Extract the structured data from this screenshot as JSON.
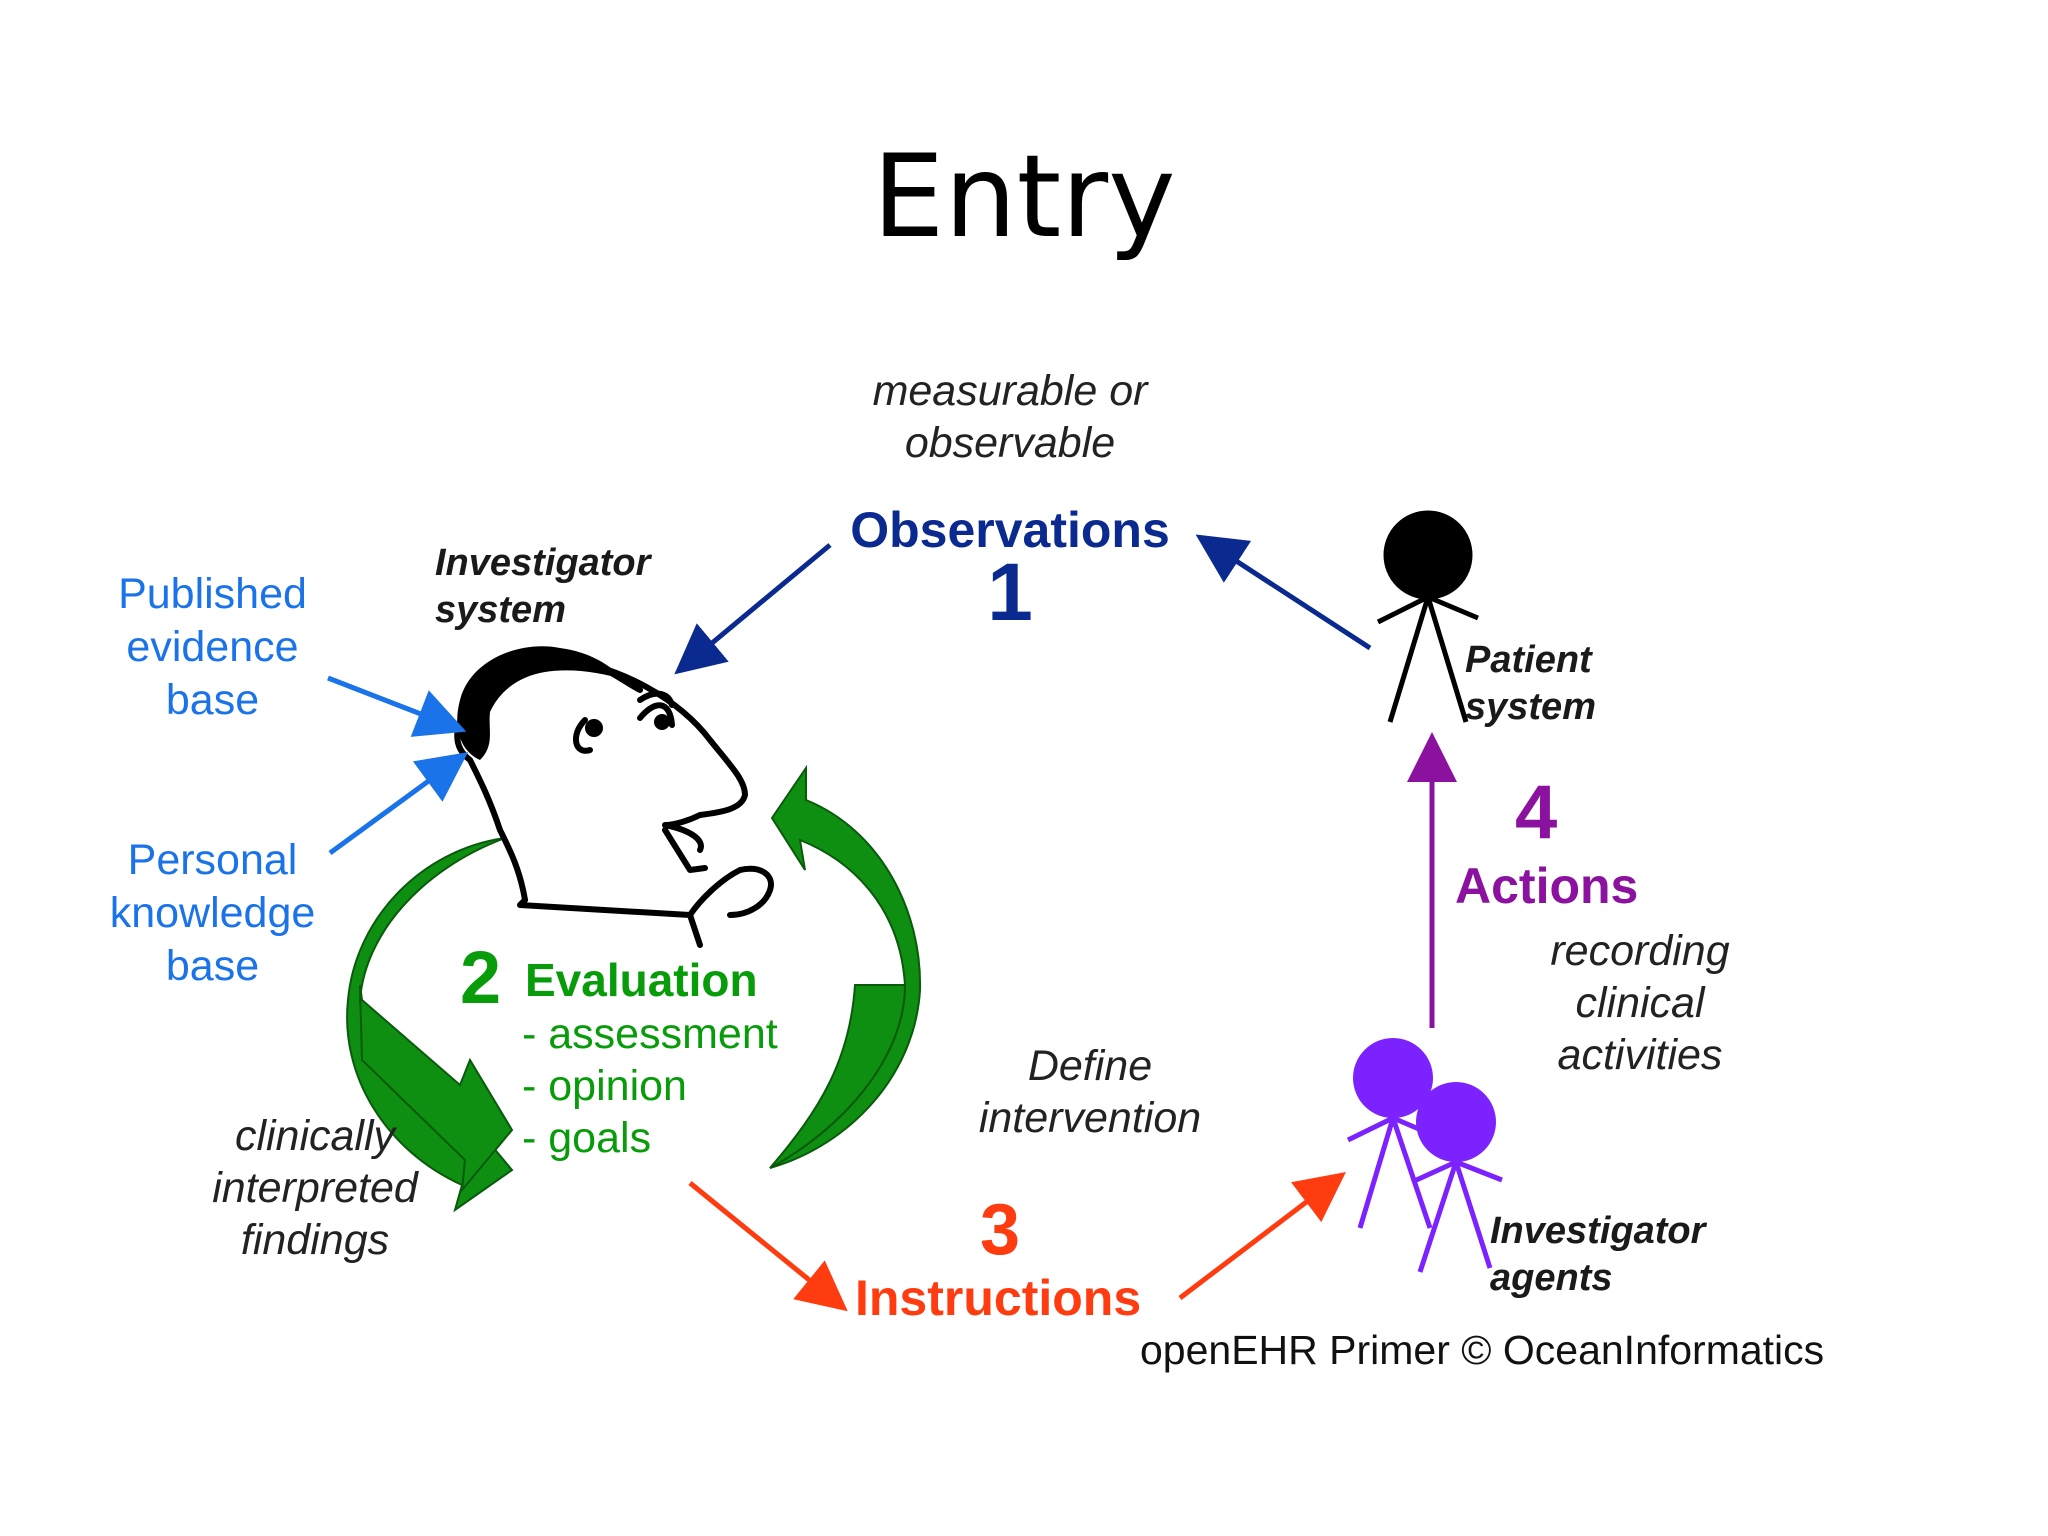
{
  "title": "Entry",
  "observations": {
    "note_line1": "measurable or",
    "note_line2": "observable",
    "label": "Observations",
    "number": "1"
  },
  "investigator_system": {
    "line1": "Investigator",
    "line2": "system"
  },
  "evidence": {
    "published_line1": "Published",
    "published_line2": "evidence",
    "published_line3": "base",
    "personal_line1": "Personal",
    "personal_line2": "knowledge",
    "personal_line3": "base"
  },
  "evaluation": {
    "number": "2",
    "label": "Evaluation",
    "items": [
      "- assessment",
      "- opinion",
      "- goals"
    ]
  },
  "findings": {
    "line1": "clinically",
    "line2": "interpreted",
    "line3": "findings"
  },
  "instructions": {
    "number": "3",
    "label": "Instructions",
    "define_line1": "Define",
    "define_line2": "intervention"
  },
  "actions": {
    "number": "4",
    "label": "Actions",
    "note_line1": "recording",
    "note_line2": "clinical",
    "note_line3": "activities"
  },
  "patient_system": {
    "line1": "Patient",
    "line2": "system"
  },
  "investigator_agents": {
    "line1": "Investigator",
    "line2": "agents"
  },
  "copyright": "openEHR Primer © OceanInformatics",
  "colors": {
    "observations": "#0b2a8f",
    "evaluation": "#089c0b",
    "instructions": "#ff3b10",
    "actions": "#8b119f",
    "evidence": "#1a73e8",
    "agents": "#7b22ff"
  }
}
